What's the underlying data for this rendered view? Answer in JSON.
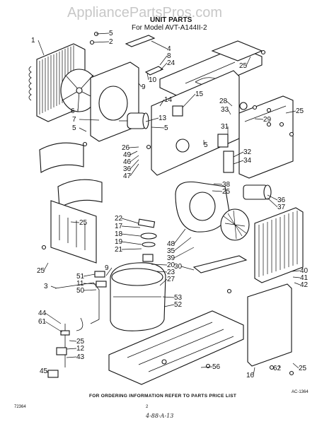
{
  "watermark": "AppliancePartsPros.com",
  "title": "UNIT PARTS",
  "model_line": "For Model AVT-A144II-2",
  "footer_note": "FOR ORDERING INFORMATION REFER TO PARTS PRICE LIST",
  "left_code": "72364",
  "center_mark": "2",
  "handwritten_date": "4-88-A-13",
  "figure_ref": "AC-1364",
  "callouts": [
    {
      "id": "c1",
      "text": "1"
    },
    {
      "id": "c5a",
      "text": "5"
    },
    {
      "id": "c2",
      "text": "2"
    },
    {
      "id": "c4",
      "text": "4"
    },
    {
      "id": "c8",
      "text": "8"
    },
    {
      "id": "c24",
      "text": "24"
    },
    {
      "id": "c10",
      "text": "10"
    },
    {
      "id": "c9a",
      "text": "9"
    },
    {
      "id": "c14",
      "text": "14"
    },
    {
      "id": "c15",
      "text": "15"
    },
    {
      "id": "c25a",
      "text": "25"
    },
    {
      "id": "c28",
      "text": "28"
    },
    {
      "id": "c33",
      "text": "33"
    },
    {
      "id": "c25b",
      "text": "25"
    },
    {
      "id": "c29",
      "text": "29"
    },
    {
      "id": "c31",
      "text": "31"
    },
    {
      "id": "c6",
      "text": "6"
    },
    {
      "id": "c7",
      "text": "7"
    },
    {
      "id": "c13",
      "text": "13"
    },
    {
      "id": "c5b",
      "text": "5"
    },
    {
      "id": "c5c",
      "text": "5"
    },
    {
      "id": "c5d",
      "text": "5"
    },
    {
      "id": "c26",
      "text": "26"
    },
    {
      "id": "c49",
      "text": "49"
    },
    {
      "id": "c46",
      "text": "46"
    },
    {
      "id": "c36a",
      "text": "36"
    },
    {
      "id": "c47",
      "text": "47"
    },
    {
      "id": "c32",
      "text": "32"
    },
    {
      "id": "c34",
      "text": "34"
    },
    {
      "id": "c38",
      "text": "38"
    },
    {
      "id": "c25c",
      "text": "25"
    },
    {
      "id": "c36b",
      "text": "36"
    },
    {
      "id": "c37",
      "text": "37"
    },
    {
      "id": "c22",
      "text": "22"
    },
    {
      "id": "c17",
      "text": "17"
    },
    {
      "id": "c18",
      "text": "18"
    },
    {
      "id": "c19",
      "text": "19"
    },
    {
      "id": "c21",
      "text": "21"
    },
    {
      "id": "c25d",
      "text": "25"
    },
    {
      "id": "c48",
      "text": "48"
    },
    {
      "id": "c35",
      "text": "35"
    },
    {
      "id": "c39",
      "text": "39"
    },
    {
      "id": "c20",
      "text": "20"
    },
    {
      "id": "c23",
      "text": "23"
    },
    {
      "id": "c27",
      "text": "27"
    },
    {
      "id": "c25e",
      "text": "25"
    },
    {
      "id": "c30",
      "text": "30"
    },
    {
      "id": "c40",
      "text": "40"
    },
    {
      "id": "c41",
      "text": "41"
    },
    {
      "id": "c42",
      "text": "42"
    },
    {
      "id": "c51",
      "text": "51"
    },
    {
      "id": "c11",
      "text": "11"
    },
    {
      "id": "c50",
      "text": "50"
    },
    {
      "id": "c9b",
      "text": "9"
    },
    {
      "id": "c53",
      "text": "53"
    },
    {
      "id": "c52",
      "text": "52"
    },
    {
      "id": "c3",
      "text": "3"
    },
    {
      "id": "c44",
      "text": "44"
    },
    {
      "id": "c61",
      "text": "61"
    },
    {
      "id": "c25f",
      "text": "25"
    },
    {
      "id": "c12",
      "text": "12"
    },
    {
      "id": "c43",
      "text": "43"
    },
    {
      "id": "c45",
      "text": "45"
    },
    {
      "id": "c56",
      "text": "56"
    },
    {
      "id": "c16",
      "text": "16"
    },
    {
      "id": "c62",
      "text": "62"
    },
    {
      "id": "c25g",
      "text": "25"
    }
  ]
}
